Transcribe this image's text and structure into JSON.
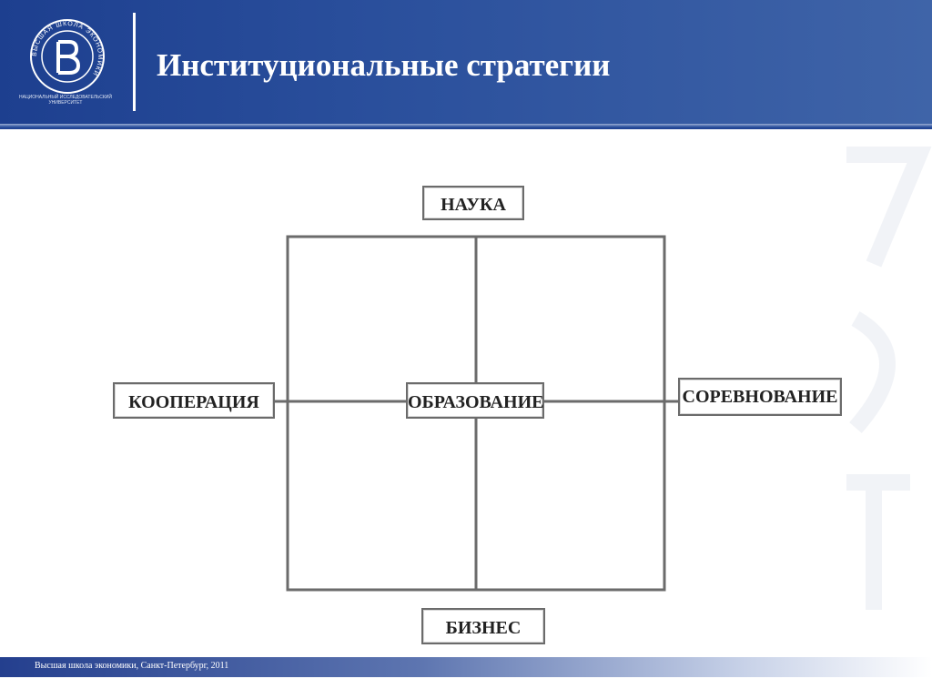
{
  "header": {
    "title": "Институциональные стратегии",
    "logo_caption": "НАЦИОНАЛЬНЫЙ ИССЛЕДОВАТЕЛЬСКИЙ УНИВЕРСИТЕТ",
    "logo_ring_text": "ВЫСШАЯ ШКОЛА ЭКОНОМИКИ"
  },
  "diagram": {
    "top_label": "НАУКА",
    "bottom_label": "БИЗНЕС",
    "left_label": "КООПЕРАЦИЯ",
    "right_label": "СОРЕВНОВАНИЕ",
    "center_label": "ОБРАЗОВАНИЕ"
  },
  "footer": {
    "text": "Высшая школа экономики, Санкт-Петербург, 2011"
  },
  "colors": {
    "header_blue": "#2a4f9c",
    "line_gray": "#6b6b6b"
  }
}
